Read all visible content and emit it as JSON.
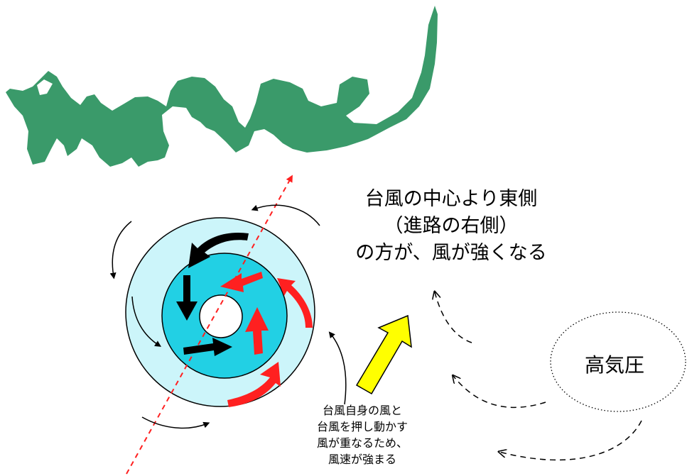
{
  "main_message": {
    "line1": "台風の中心より東側",
    "line2": "（進路の右側）",
    "line3": "の方が、風が強くなる"
  },
  "high_pressure_label": "高気圧",
  "note": {
    "line1": "台風自身の風と",
    "line2": "台風を押し動かす",
    "line3": "風が重なるため、",
    "line4": "風速が強まる"
  },
  "colors": {
    "land": "#3a9a6a",
    "outer_circle": "#ccf5fa",
    "inner_circle": "#22d0e4",
    "eye": "#ffffff",
    "strong_wind_arrow": "#ff2020",
    "typhoon_wind_arrow": "#000000",
    "steering_arrow": "#ffff00",
    "track_line": "#ff2020"
  },
  "icons": {
    "land": "japan-coastline-shape",
    "typhoon": "concentric-circles",
    "high_pressure": "dotted-ellipse"
  }
}
